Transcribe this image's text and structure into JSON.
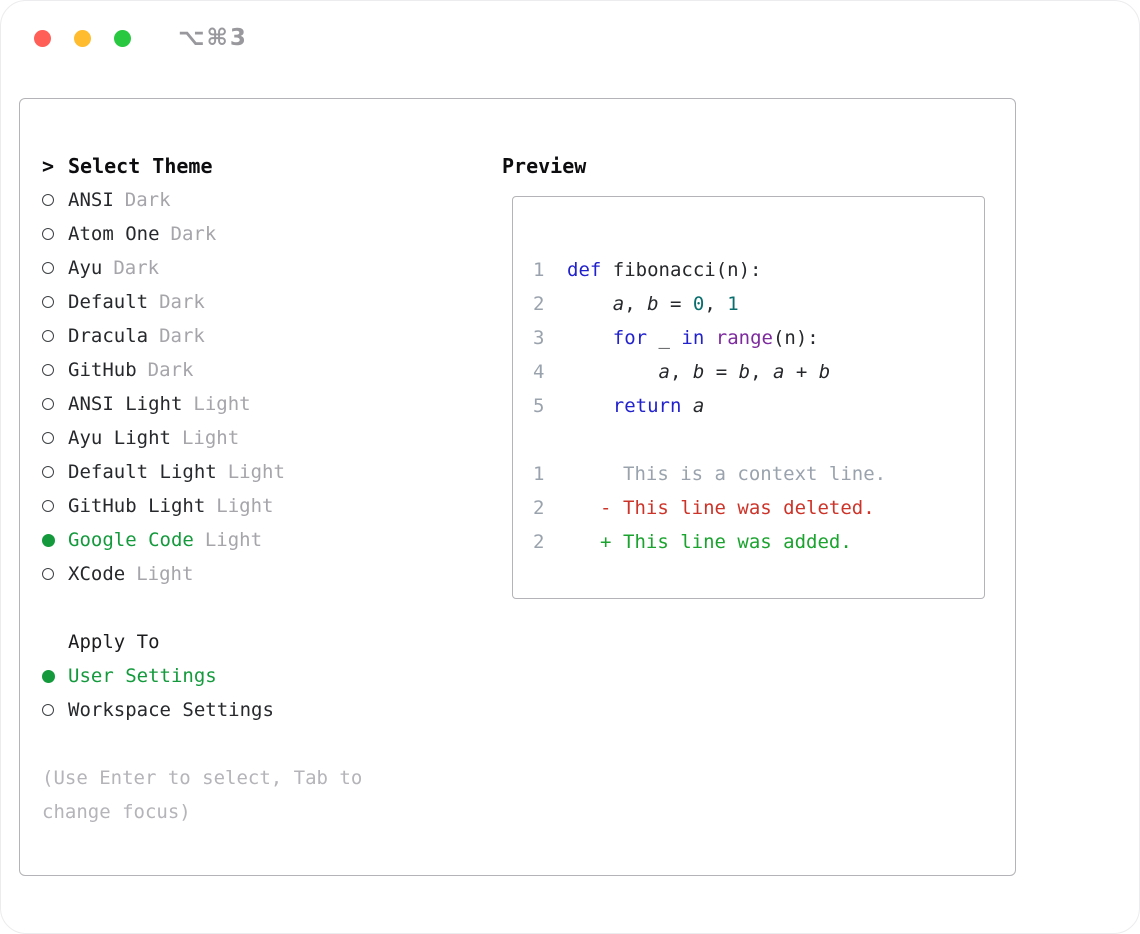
{
  "window": {
    "title": "⌥⌘3"
  },
  "selector": {
    "prompt": ">",
    "heading": "Select Theme",
    "themes": [
      {
        "name": "ANSI",
        "variant": "Dark",
        "selected": false
      },
      {
        "name": "Atom One",
        "variant": "Dark",
        "selected": false
      },
      {
        "name": "Ayu",
        "variant": "Dark",
        "selected": false
      },
      {
        "name": "Default",
        "variant": "Dark",
        "selected": false
      },
      {
        "name": "Dracula",
        "variant": "Dark",
        "selected": false
      },
      {
        "name": "GitHub",
        "variant": "Dark",
        "selected": false
      },
      {
        "name": "ANSI Light",
        "variant": "Light",
        "selected": false
      },
      {
        "name": "Ayu Light",
        "variant": "Light",
        "selected": false
      },
      {
        "name": "Default Light",
        "variant": "Light",
        "selected": false
      },
      {
        "name": "GitHub Light",
        "variant": "Light",
        "selected": false
      },
      {
        "name": "Google Code",
        "variant": "Light",
        "selected": true
      },
      {
        "name": "XCode",
        "variant": "Light",
        "selected": false
      }
    ],
    "apply_heading": "Apply To",
    "apply_options": [
      {
        "label": "User Settings",
        "selected": true
      },
      {
        "label": "Workspace Settings",
        "selected": false
      }
    ],
    "hint": "(Use Enter to select, Tab to change focus)"
  },
  "preview": {
    "heading": "Preview",
    "code": [
      {
        "num": "1",
        "tokens": [
          {
            "t": "def",
            "type": "keyword"
          },
          {
            "t": " fibonacci(n):",
            "type": "plain"
          }
        ]
      },
      {
        "num": "2",
        "tokens": [
          {
            "t": "    ",
            "type": "plain"
          },
          {
            "t": "a",
            "type": "variable"
          },
          {
            "t": ", ",
            "type": "plain"
          },
          {
            "t": "b",
            "type": "variable"
          },
          {
            "t": " = ",
            "type": "plain"
          },
          {
            "t": "0",
            "type": "literal"
          },
          {
            "t": ", ",
            "type": "plain"
          },
          {
            "t": "1",
            "type": "literal"
          }
        ]
      },
      {
        "num": "3",
        "tokens": [
          {
            "t": "    ",
            "type": "plain"
          },
          {
            "t": "for",
            "type": "keyword"
          },
          {
            "t": " _ ",
            "type": "plain"
          },
          {
            "t": "in",
            "type": "keyword"
          },
          {
            "t": " ",
            "type": "plain"
          },
          {
            "t": "range",
            "type": "type"
          },
          {
            "t": "(n):",
            "type": "plain"
          }
        ]
      },
      {
        "num": "4",
        "tokens": [
          {
            "t": "        ",
            "type": "plain"
          },
          {
            "t": "a",
            "type": "variable"
          },
          {
            "t": ", ",
            "type": "plain"
          },
          {
            "t": "b",
            "type": "variable"
          },
          {
            "t": " = ",
            "type": "plain"
          },
          {
            "t": "b",
            "type": "variable"
          },
          {
            "t": ", ",
            "type": "plain"
          },
          {
            "t": "a",
            "type": "variable"
          },
          {
            "t": " + ",
            "type": "plain"
          },
          {
            "t": "b",
            "type": "variable"
          }
        ]
      },
      {
        "num": "5",
        "tokens": [
          {
            "t": "    ",
            "type": "plain"
          },
          {
            "t": "return",
            "type": "keyword"
          },
          {
            "t": " ",
            "type": "plain"
          },
          {
            "t": "a",
            "type": "variable"
          }
        ]
      }
    ],
    "diff": [
      {
        "num": "1",
        "marker": " ",
        "text": "This is a context line.",
        "kind": "context"
      },
      {
        "num": "2",
        "marker": "-",
        "text": "This line was deleted.",
        "kind": "deleted"
      },
      {
        "num": "2",
        "marker": "+",
        "text": "This line was added.",
        "kind": "added"
      }
    ]
  },
  "colors": {
    "selected_green": "#149a3d",
    "added_green": "#1ba32f",
    "deleted_red": "#cd3429",
    "context_gray": "#9aa3ad",
    "keyword_blue": "#2222cc",
    "type_purple": "#7d2a9e",
    "literal_teal": "#0a6e6e",
    "variant_gray": "#a5a5aa",
    "hint_gray": "#b4b4b9",
    "traffic_red": "#ff5f57",
    "traffic_yellow": "#febc2e",
    "traffic_green": "#28c840"
  }
}
